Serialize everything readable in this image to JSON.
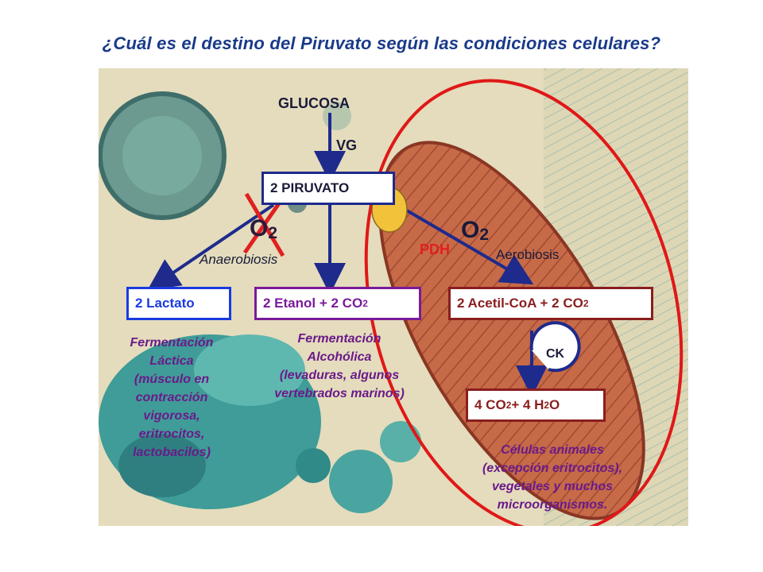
{
  "title": "¿Cuál es el destino del Piruvato según las condiciones celulares?",
  "nodes": {
    "glucosa": "GLUCOSA",
    "vg": "VG",
    "piruvato": "2 PIRUVATO",
    "o2_left": "O",
    "o2_left_sub": "2",
    "o2_right": "O",
    "o2_right_sub": "2",
    "anaerobiosis": "Anaerobiosis",
    "aerobiosis": "Aerobiosis",
    "pdh": "PDH",
    "ck": "CK",
    "lactato": "2 Lactato",
    "etanol": "2 Etanol + 2 CO",
    "etanol_sub": "2",
    "acetil": "2 Acetil-CoA + 2 CO",
    "acetil_sub": "2",
    "final_a": "4 CO",
    "final_sub1": "2",
    "final_b": "+ 4 H",
    "final_sub2": "2",
    "final_c": "O"
  },
  "notes": {
    "lactica": [
      "Fermentación",
      "Láctica",
      "(músculo en",
      "contracción",
      "vigorosa,",
      "eritrocitos,",
      "lactobacilos)"
    ],
    "alcoholica": [
      "Fermentación",
      "Alcohólica",
      "(levaduras, algunos",
      "vertebrados marinos)"
    ],
    "aerobica": [
      "Células animales",
      "(excepción eritrocitos),",
      "vegetales y muchos",
      "microorganismos."
    ]
  },
  "colors": {
    "title": "#1a3a8a",
    "navy": "#1e2a8c",
    "lactato_border": "#1a3ae0",
    "etanol": "#7a1a9a",
    "acetil": "#8a1e1e",
    "red_cross": "#e02020",
    "ellipse": "#e01818",
    "pdh": "#e02020",
    "yellow_dot": "#f2c23a"
  }
}
